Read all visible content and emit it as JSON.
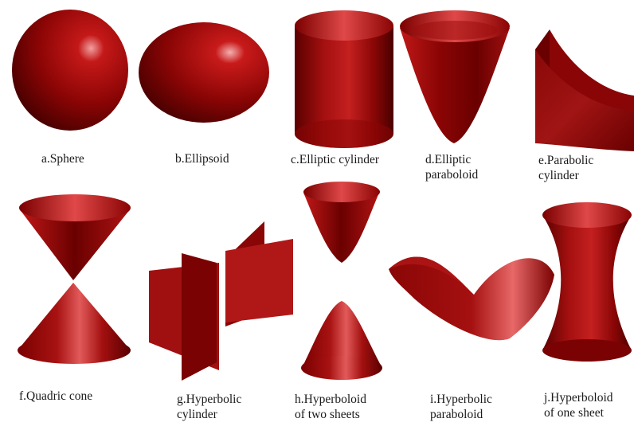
{
  "surfaces": [
    {
      "id": "a",
      "label_lines": [
        "a.Sphere"
      ]
    },
    {
      "id": "b",
      "label_lines": [
        "b.Ellipsoid"
      ]
    },
    {
      "id": "c",
      "label_lines": [
        "c.Elliptic cylinder"
      ]
    },
    {
      "id": "d",
      "label_lines": [
        "d.Elliptic",
        "paraboloid"
      ]
    },
    {
      "id": "e",
      "label_lines": [
        "e.Parabolic",
        "cylinder"
      ]
    },
    {
      "id": "f",
      "label_lines": [
        "f.Quadric cone"
      ]
    },
    {
      "id": "g",
      "label_lines": [
        "g.Hyperbolic",
        "cylinder"
      ]
    },
    {
      "id": "h",
      "label_lines": [
        "h.Hyperboloid",
        "of two sheets"
      ]
    },
    {
      "id": "i",
      "label_lines": [
        "i.Hyperbolic",
        "paraboloid"
      ]
    },
    {
      "id": "j",
      "label_lines": [
        "j.Hyperboloid",
        "of one sheet"
      ]
    }
  ],
  "colors": {
    "surface_dark": "#4a0000",
    "surface_mid": "#9a0a0a",
    "surface_light": "#e85050",
    "label": "#1a1a1a"
  }
}
